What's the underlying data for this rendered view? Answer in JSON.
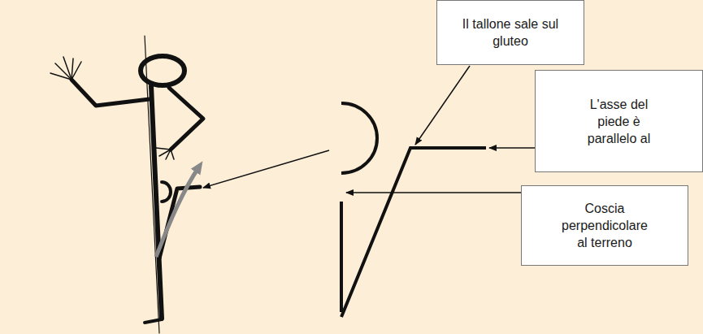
{
  "diagram": {
    "nodes": [
      {
        "text": [
          "Il tallone sale sul gluteo"
        ]
      },
      {
        "text": [
          "L'asse del piede è parallelo al"
        ]
      },
      {
        "text": [
          "Coscia perpendicolare al terreno"
        ]
      }
    ]
  }
}
